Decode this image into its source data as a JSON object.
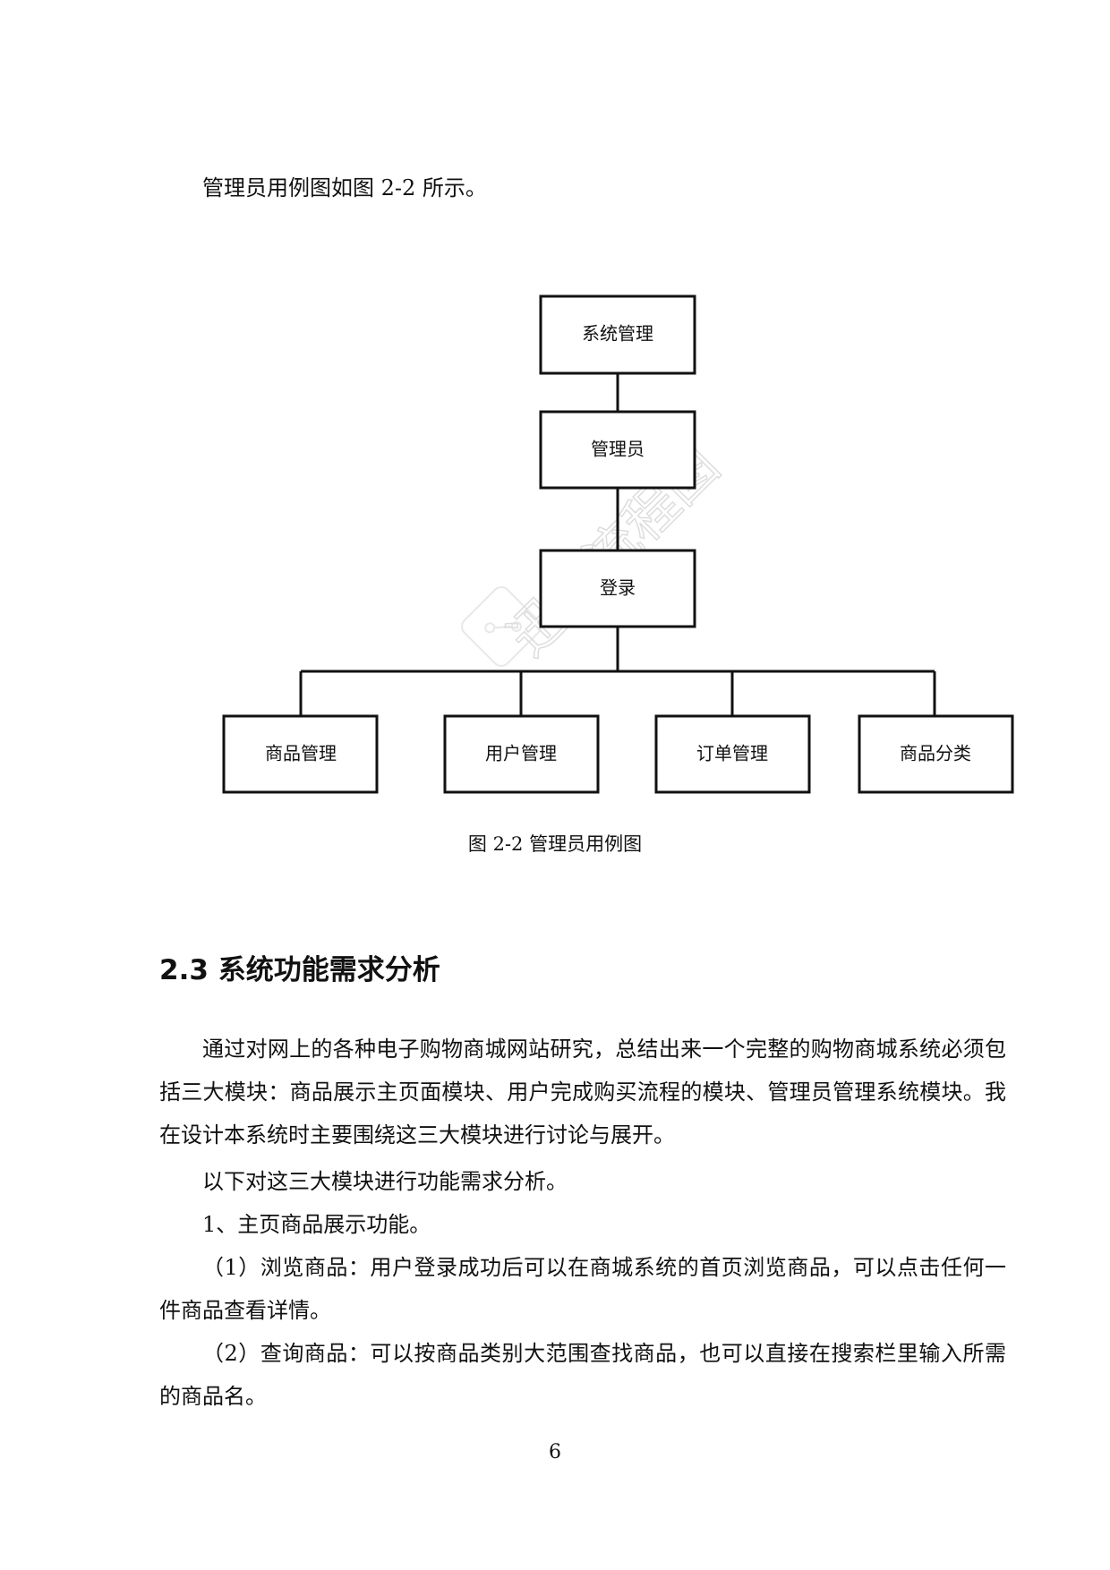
{
  "intro": "管理员用例图如图 2-2 所示。",
  "diagram": {
    "root": "系统管理",
    "actor": "管理员",
    "login": "登录",
    "modules": [
      "商品管理",
      "用户管理",
      "订单管理",
      "商品分类"
    ],
    "watermark": "迅捷流程图"
  },
  "caption": "图 2-2  管理员用例图",
  "section_heading": "2.3 系统功能需求分析",
  "paragraphs": {
    "p1": "通过对网上的各种电子购物商城网站研究，总结出来一个完整的购物商城系统必须包括三大模块：商品展示主页面模块、用户完成购买流程的模块、管理员管理系统模块。我在设计本系统时主要围绕这三大模块进行讨论与展开。",
    "p2": "以下对这三大模块进行功能需求分析。",
    "p3": "1、主页商品展示功能。",
    "p4": "（1）浏览商品：用户登录成功后可以在商城系统的首页浏览商品，可以点击任何一件商品查看详情。",
    "p5": "（2）查询商品：可以按商品类别大范围查找商品，也可以直接在搜索栏里输入所需的商品名。"
  },
  "page_number": "6"
}
